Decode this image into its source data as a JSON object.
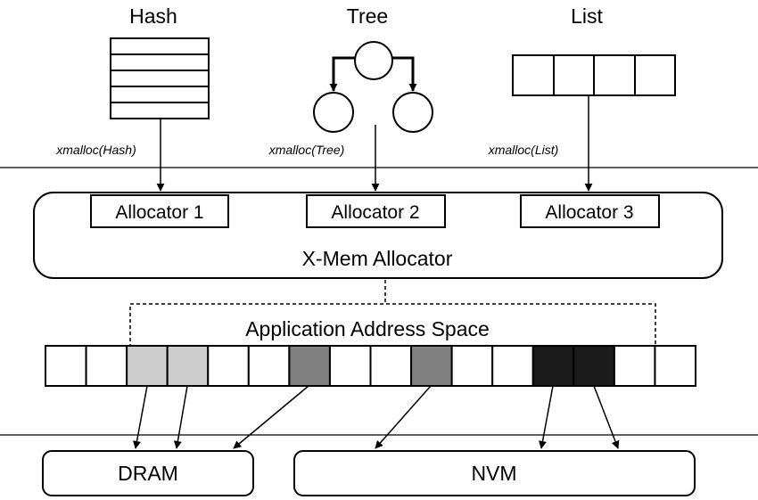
{
  "structures": {
    "hash": {
      "title": "Hash",
      "call": "xmalloc(Hash)"
    },
    "tree": {
      "title": "Tree",
      "call": "xmalloc(Tree)"
    },
    "list": {
      "title": "List",
      "call": "xmalloc(List)"
    }
  },
  "allocators": {
    "a1": "Allocator 1",
    "a2": "Allocator 2",
    "a3": "Allocator 3",
    "main": "X-Mem Allocator"
  },
  "address_space": {
    "label": "Application Address Space",
    "cells": [
      {
        "shade": "#ffffff"
      },
      {
        "shade": "#ffffff"
      },
      {
        "shade": "#cccccc"
      },
      {
        "shade": "#cccccc"
      },
      {
        "shade": "#ffffff"
      },
      {
        "shade": "#ffffff"
      },
      {
        "shade": "#808080"
      },
      {
        "shade": "#ffffff"
      },
      {
        "shade": "#ffffff"
      },
      {
        "shade": "#808080"
      },
      {
        "shade": "#ffffff"
      },
      {
        "shade": "#ffffff"
      },
      {
        "shade": "#1a1a1a"
      },
      {
        "shade": "#1a1a1a"
      },
      {
        "shade": "#ffffff"
      },
      {
        "shade": "#ffffff"
      }
    ]
  },
  "memory": {
    "dram": "DRAM",
    "nvm": "NVM"
  }
}
